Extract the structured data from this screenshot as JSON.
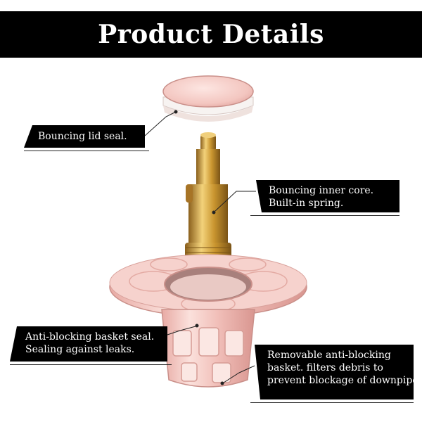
{
  "header": {
    "title": "Product Details"
  },
  "callouts": {
    "lid": {
      "lines": [
        "Bouncing lid seal."
      ]
    },
    "core": {
      "lines": [
        "Bouncing inner core.",
        "Built-in spring."
      ]
    },
    "basket_seal": {
      "lines": [
        "Anti-blocking basket seal.",
        "Sealing against leaks."
      ]
    },
    "basket": {
      "lines": [
        "Removable anti-blocking",
        "basket. filters debris to",
        "prevent blockage of downpipe."
      ]
    }
  },
  "colors": {
    "banner": "#000000",
    "rose_gold": "#f2c4c0",
    "brass": "#c99a3a"
  }
}
